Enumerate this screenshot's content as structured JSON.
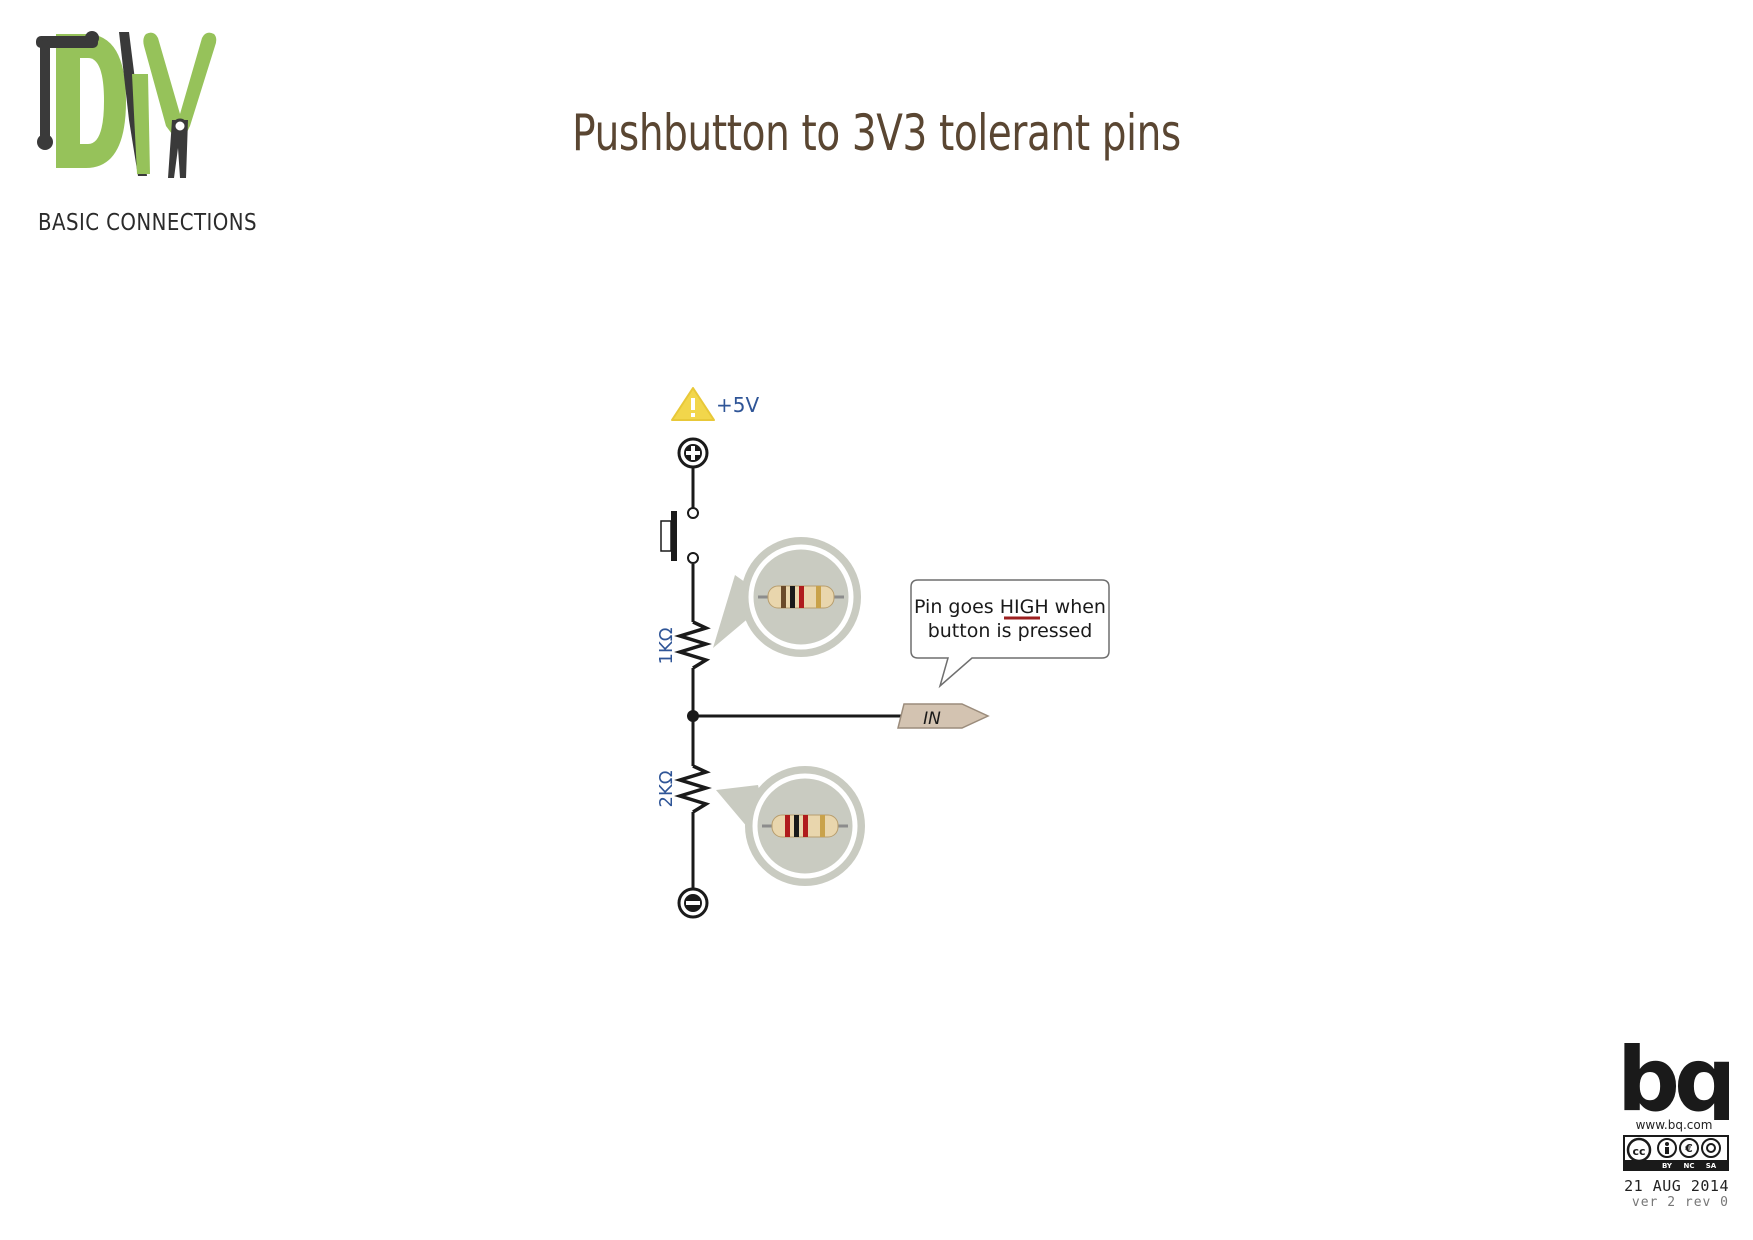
{
  "header": {
    "logo_subtitle": "BASIC CONNECTIONS",
    "title": "Pushbutton to 3V3 tolerant pins"
  },
  "diagram": {
    "supply_label": "+5V",
    "resistor_top_label": "1KΩ",
    "resistor_bottom_label": "2KΩ",
    "input_pin_label": "IN",
    "callout_line1_pre": "Pin goes ",
    "callout_line1_highlight": "HIGH",
    "callout_line1_post": " when",
    "callout_line2": "button is pressed"
  },
  "footer": {
    "brand": "bq",
    "url": "www.bq.com",
    "license_terms": [
      "BY",
      "NC",
      "SA"
    ],
    "date": "21 AUG 2014",
    "version": "ver 2 rev 0"
  },
  "colors": {
    "logo_green": "#96c25a",
    "logo_dark": "#3a3a3a",
    "title_brown": "#5a4632",
    "label_blue": "#2f5597",
    "wire": "#1a1a1a",
    "warning_yellow": "#f2d64b",
    "bubble_gray": "#c9cbc1",
    "pin_tan": "#d3c3b1",
    "highlight_red": "#9c1f1f"
  },
  "icons": [
    "diy-logo",
    "warning-icon",
    "plus-terminal-icon",
    "minus-terminal-icon",
    "resistor-photo-icon",
    "bq-logo",
    "creative-commons-icon"
  ]
}
